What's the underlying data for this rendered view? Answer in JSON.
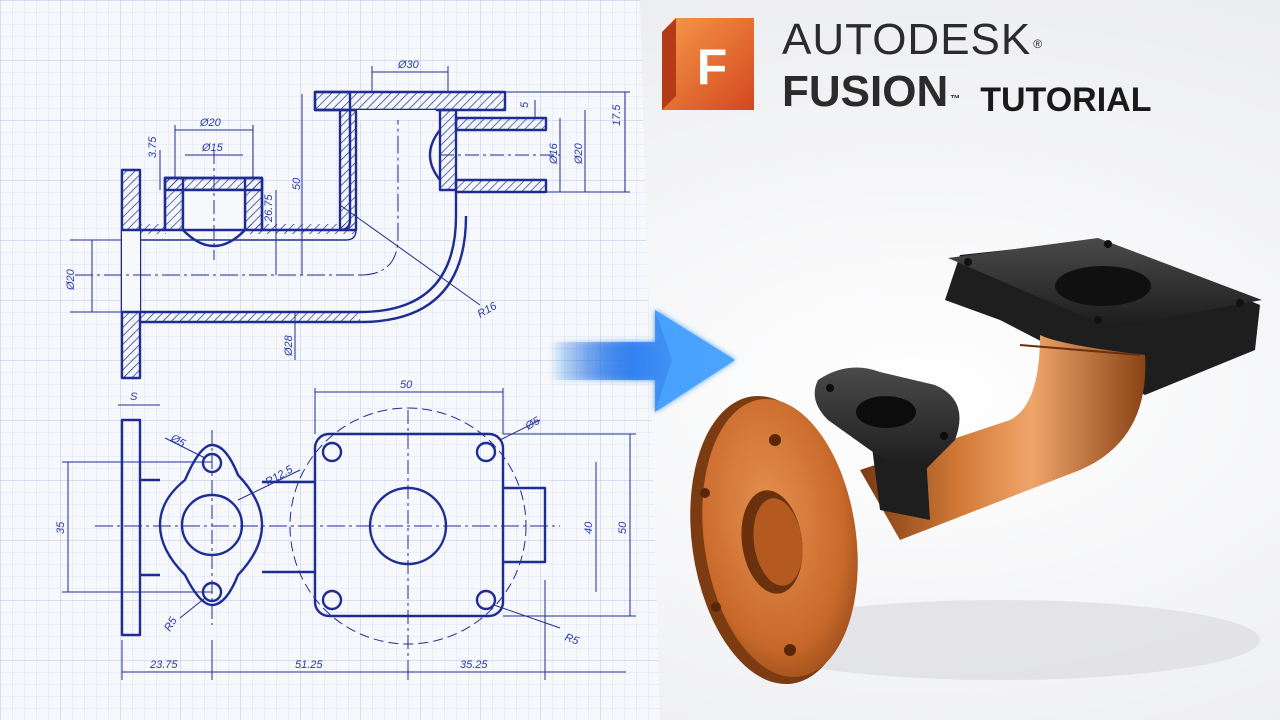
{
  "brand": {
    "logo_letter": "F",
    "line1": "AUTODESK",
    "registered_mark": "®",
    "line2": "FUSION",
    "trademark": "™",
    "tutorial": "TUTORIAL"
  },
  "drawing": {
    "top_view": {
      "d30": "Ø30",
      "d20": "Ø20",
      "d15": "Ø15",
      "v375": "3.75",
      "v50": "50",
      "v2675": "26.75",
      "r16": "R16",
      "d28": "Ø28",
      "d20_left": "Ø20",
      "v5": "5",
      "d16": "Ø16",
      "d20_right": "Ø20",
      "v175": "17.5"
    },
    "bottom_view": {
      "s": "S",
      "v50_top": "50",
      "d5_left": "Ø5",
      "r125": "R12.5",
      "d5_right": "Ø5",
      "v35": "35",
      "v40": "40",
      "v50_right": "50",
      "r5_left": "R5",
      "r5_right": "R5",
      "v2375": "23.75",
      "v5125": "51.25",
      "v3525": "35.25"
    }
  },
  "colors": {
    "grid_background": "#f5f7fb",
    "grid_line": "#c9d3ee",
    "drawing_line": "#1f2d92",
    "arrow_blue": "#1565d8",
    "logo_orange": "#e8652c",
    "copper": "#c8692a",
    "flange_black": "#2a2a2a"
  }
}
